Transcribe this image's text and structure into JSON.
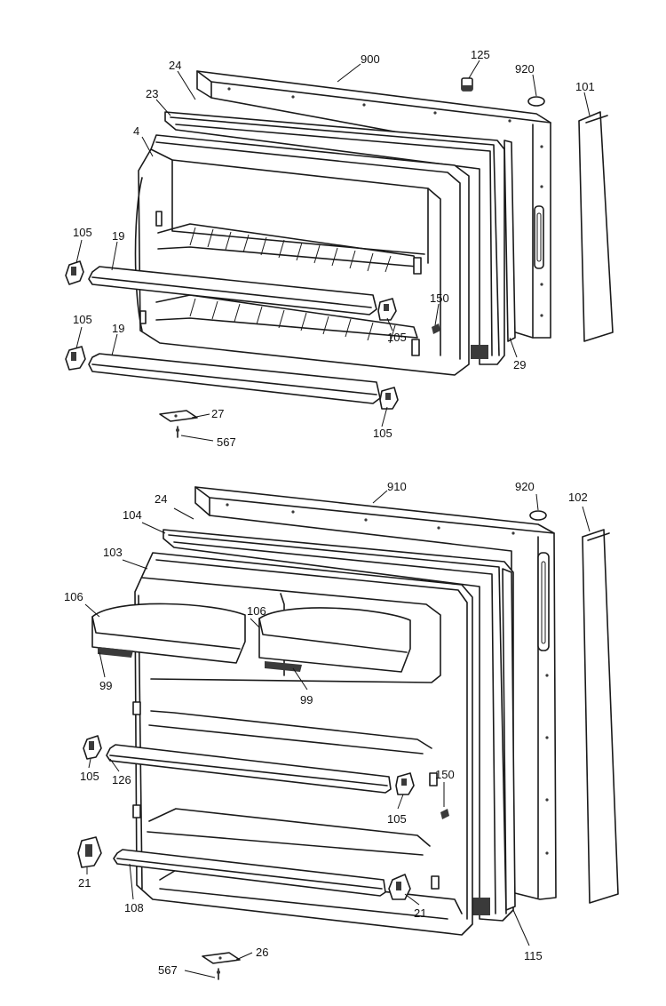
{
  "callouts": {
    "freezer": {
      "p900": "900",
      "p125": "125",
      "p920": "920",
      "p101": "101",
      "p24": "24",
      "p23": "23",
      "p4": "4",
      "p105a": "105",
      "p19a": "19",
      "p105b": "105",
      "p19b": "19",
      "p150": "150",
      "p105c": "105",
      "p29": "29",
      "p27": "27",
      "p105d": "105",
      "p567": "567"
    },
    "fresh_food": {
      "p910": "910",
      "p920": "920",
      "p102": "102",
      "p24": "24",
      "p104": "104",
      "p103": "103",
      "p106a": "106",
      "p106b": "106",
      "p99a": "99",
      "p99b": "99",
      "p105a": "105",
      "p126": "126",
      "p105b": "105",
      "p150": "150",
      "p21a": "21",
      "p108": "108",
      "p21b": "21",
      "p115": "115",
      "p26": "26",
      "p567": "567"
    }
  }
}
